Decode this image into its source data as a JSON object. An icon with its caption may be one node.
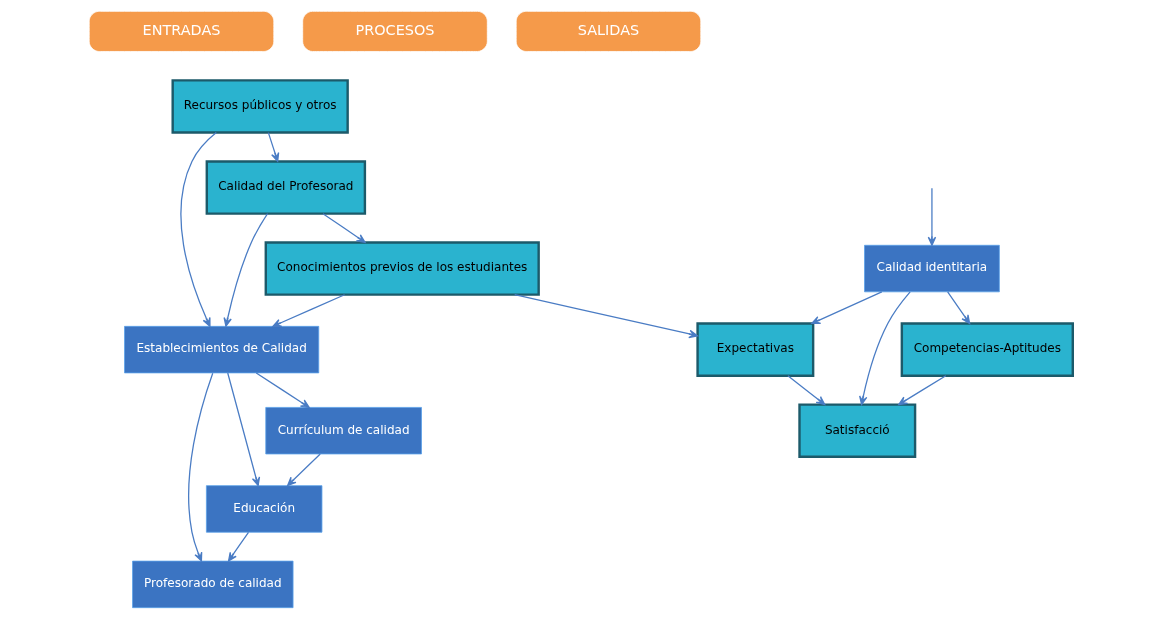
{
  "diagram": {
    "nodes": [
      {
        "text": [
          "ENTRADAS"
        ]
      },
      {
        "text": [
          "PROCESOS"
        ]
      },
      {
        "text": [
          "SALIDAS"
        ]
      },
      {
        "text": [
          "Recursos públicos y otros"
        ]
      },
      {
        "text": [
          "Calidad del Profesorad"
        ]
      },
      {
        "text": [
          "Conocimientos previos de los estudiantes"
        ]
      },
      {
        "text": [
          "Establecimientos de Calidad"
        ]
      },
      {
        "text": [
          "Currículum de calidad"
        ]
      },
      {
        "text": [
          "Educación"
        ]
      },
      {
        "text": [
          "Profesorado de calidad"
        ]
      },
      {
        "text": [
          "Calidad identitaria"
        ]
      },
      {
        "text": [
          "Competencias-Aptitudes"
        ]
      },
      {
        "text": [
          "Satisfacció"
        ]
      },
      {
        "text": [
          "Expectativas"
        ]
      }
    ],
    "edges": [
      {
        "from": 3,
        "to": 4,
        "arrow": "to"
      },
      {
        "from": 3,
        "to": 6,
        "arrow": "to"
      },
      {
        "from": 4,
        "to": 6,
        "arrow": "to"
      },
      {
        "from": 4,
        "to": 5,
        "arrow": "to"
      },
      {
        "from": 5,
        "to": 6,
        "arrow": "to"
      },
      {
        "from": 6,
        "to": 7,
        "arrow": "to"
      },
      {
        "from": 6,
        "to": 8,
        "arrow": "to"
      },
      {
        "from": 6,
        "to": 9,
        "arrow": "to"
      },
      {
        "from": 7,
        "to": 8,
        "arrow": "to"
      },
      {
        "from": 8,
        "to": 9,
        "arrow": "to"
      },
      {
        "from": 5,
        "to": 13,
        "arrow": "to"
      },
      {
        "from": null,
        "to": 10,
        "arrow": "to"
      },
      {
        "from": 10,
        "to": 11,
        "arrow": "to"
      },
      {
        "from": 10,
        "to": 12,
        "arrow": "to"
      },
      {
        "from": 10,
        "to": 13,
        "arrow": "to"
      },
      {
        "from": 11,
        "to": 12,
        "arrow": "to"
      },
      {
        "from": 13,
        "to": 12,
        "arrow": "to"
      }
    ]
  }
}
